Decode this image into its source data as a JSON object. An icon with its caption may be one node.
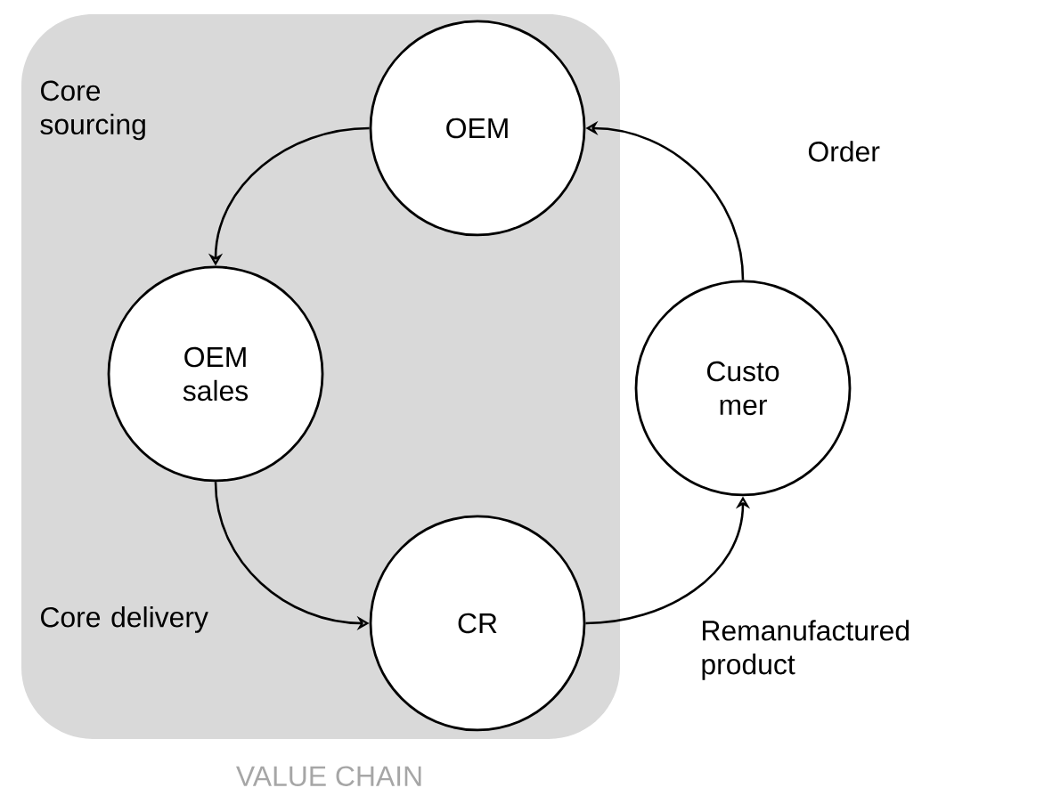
{
  "diagram": {
    "nodes": [
      {
        "text": [
          "VALUE CHAIN"
        ]
      },
      {
        "text": [
          "OEM"
        ],
        "in": 0
      },
      {
        "text": [
          "OEM sales"
        ],
        "in": 0
      },
      {
        "text": [
          "CR"
        ],
        "in": 0
      },
      {
        "text": [
          "Custo mer"
        ]
      }
    ],
    "edges": [
      {
        "from": 1,
        "to": 2,
        "arrow": "to",
        "label": "Core sourcing"
      },
      {
        "from": 2,
        "to": 3,
        "arrow": "to",
        "label": "Core delivery"
      },
      {
        "from": 3,
        "to": 4,
        "arrow": "to",
        "label": "Remanufactured product"
      },
      {
        "from": 4,
        "to": 1,
        "arrow": "to",
        "label": "Order"
      }
    ]
  }
}
